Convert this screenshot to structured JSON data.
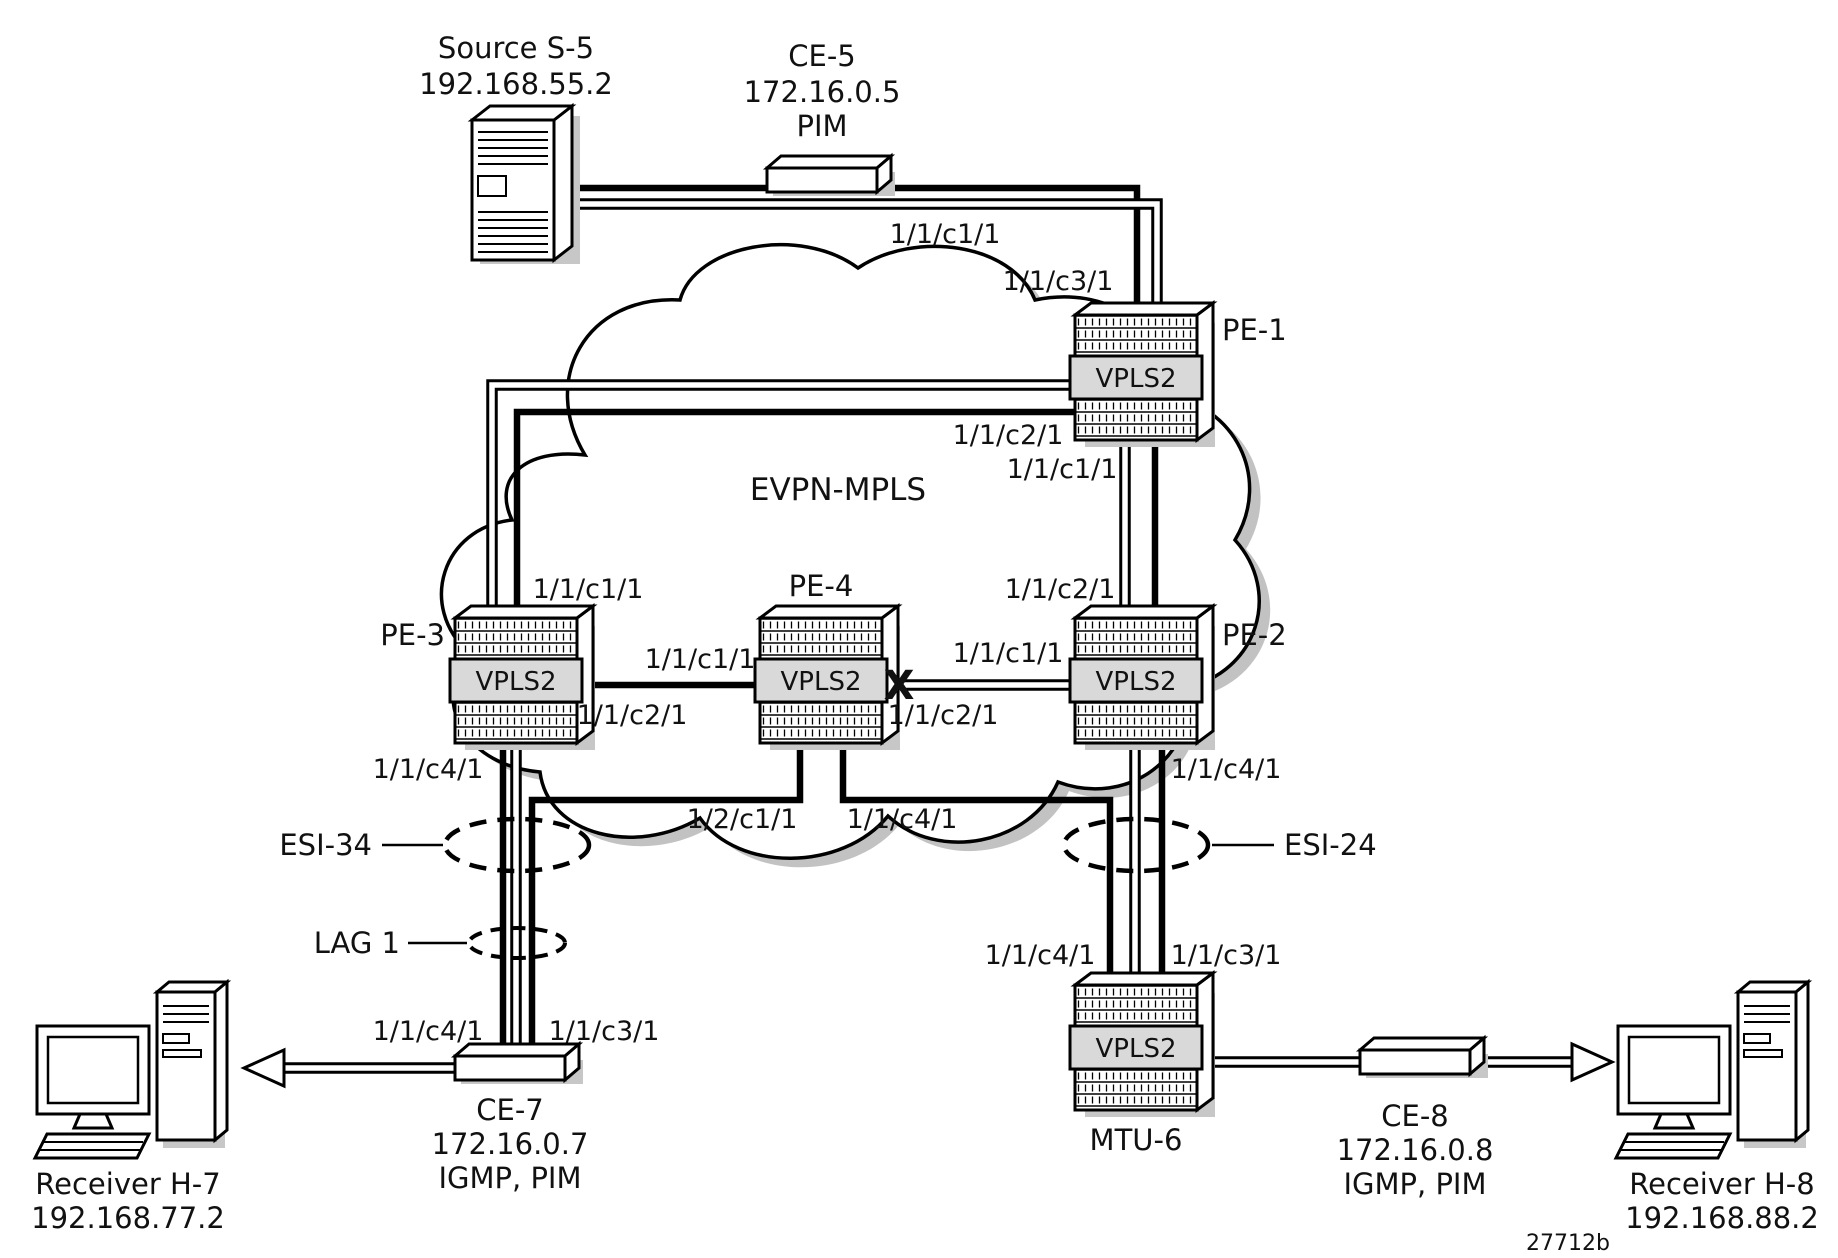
{
  "figure": {
    "id": "27712b"
  },
  "cloud": {
    "label": "EVPN-MPLS"
  },
  "nodes": {
    "source_s5": {
      "name": "Source S-5",
      "ip": "192.168.55.2"
    },
    "ce5": {
      "name": "CE-5",
      "ip": "172.16.0.5",
      "protocols": "PIM"
    },
    "pe1": {
      "name": "PE-1",
      "service": "VPLS2"
    },
    "pe2": {
      "name": "PE-2",
      "service": "VPLS2"
    },
    "pe3": {
      "name": "PE-3",
      "service": "VPLS2"
    },
    "pe4": {
      "name": "PE-4",
      "service": "VPLS2"
    },
    "mtu6": {
      "name": "MTU-6",
      "service": "VPLS2"
    },
    "ce7": {
      "name": "CE-7",
      "ip": "172.16.0.7",
      "protocols": "IGMP, PIM"
    },
    "ce8": {
      "name": "CE-8",
      "ip": "172.16.0.8",
      "protocols": "IGMP, PIM"
    },
    "h7": {
      "name": "Receiver H-7",
      "ip": "192.168.77.2"
    },
    "h8": {
      "name": "Receiver H-8",
      "ip": "192.168.88.2"
    }
  },
  "groups": {
    "esi34": {
      "label": "ESI-34"
    },
    "esi24": {
      "label": "ESI-24"
    },
    "lag1": {
      "label": "LAG 1"
    }
  },
  "ports": {
    "ce5_uplink": "1/1/c1/1",
    "pe1_to_ce5": "1/1/c3/1",
    "pe1_to_pe3": "1/1/c2/1",
    "pe1_to_pe2": "1/1/c1/1",
    "pe2_to_pe1": "1/1/c2/1",
    "pe3_to_pe1": "1/1/c1/1",
    "pe3_to_pe4": "1/1/c2/1",
    "pe4_to_pe3": "1/1/c1/1",
    "pe4_to_pe2": "1/1/c2/1",
    "pe2_to_pe4": "1/1/c1/1",
    "pe3_to_ce7": "1/1/c4/1",
    "pe2_to_mtu6": "1/1/c4/1",
    "pe4_to_ce7": "1/2/c1/1",
    "pe4_to_mtu6": "1/1/c4/1",
    "mtu6_to_pe4": "1/1/c4/1",
    "mtu6_to_pe2": "1/1/c3/1",
    "ce7_port_left": "1/1/c4/1",
    "ce7_port_right": "1/1/c3/1"
  },
  "marks": {
    "link_failure": "X"
  },
  "colors": {
    "failure_red": "#c0272d",
    "plate_gray": "#d9d9d9"
  }
}
